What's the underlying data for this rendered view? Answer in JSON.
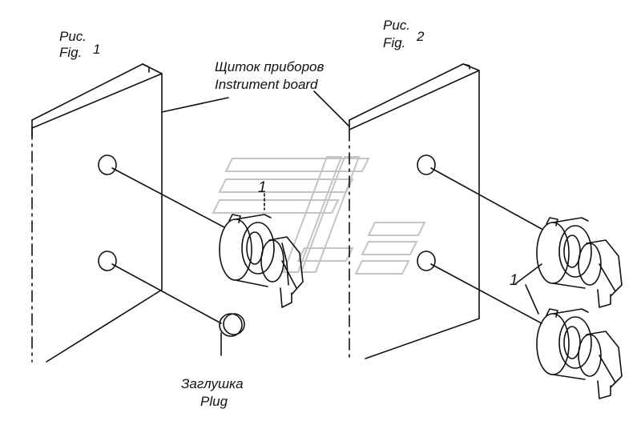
{
  "fig1": {
    "ru": "Рис.",
    "en": "Fig.",
    "num": "1"
  },
  "fig2": {
    "ru": "Рис.",
    "en": "Fig.",
    "num": "2"
  },
  "board": {
    "ru": "Щиток приборов",
    "en": "Instrument board"
  },
  "plug": {
    "ru": "Заглушка",
    "en": "Plug"
  },
  "callouts": {
    "fig1_item": "1",
    "fig2_item": "1"
  },
  "colors": {
    "line": "#111111",
    "watermark": "#c8c8c8",
    "background": "#ffffff"
  },
  "icons": [
    "switch-icon",
    "plug-icon",
    "watermark-logo"
  ]
}
